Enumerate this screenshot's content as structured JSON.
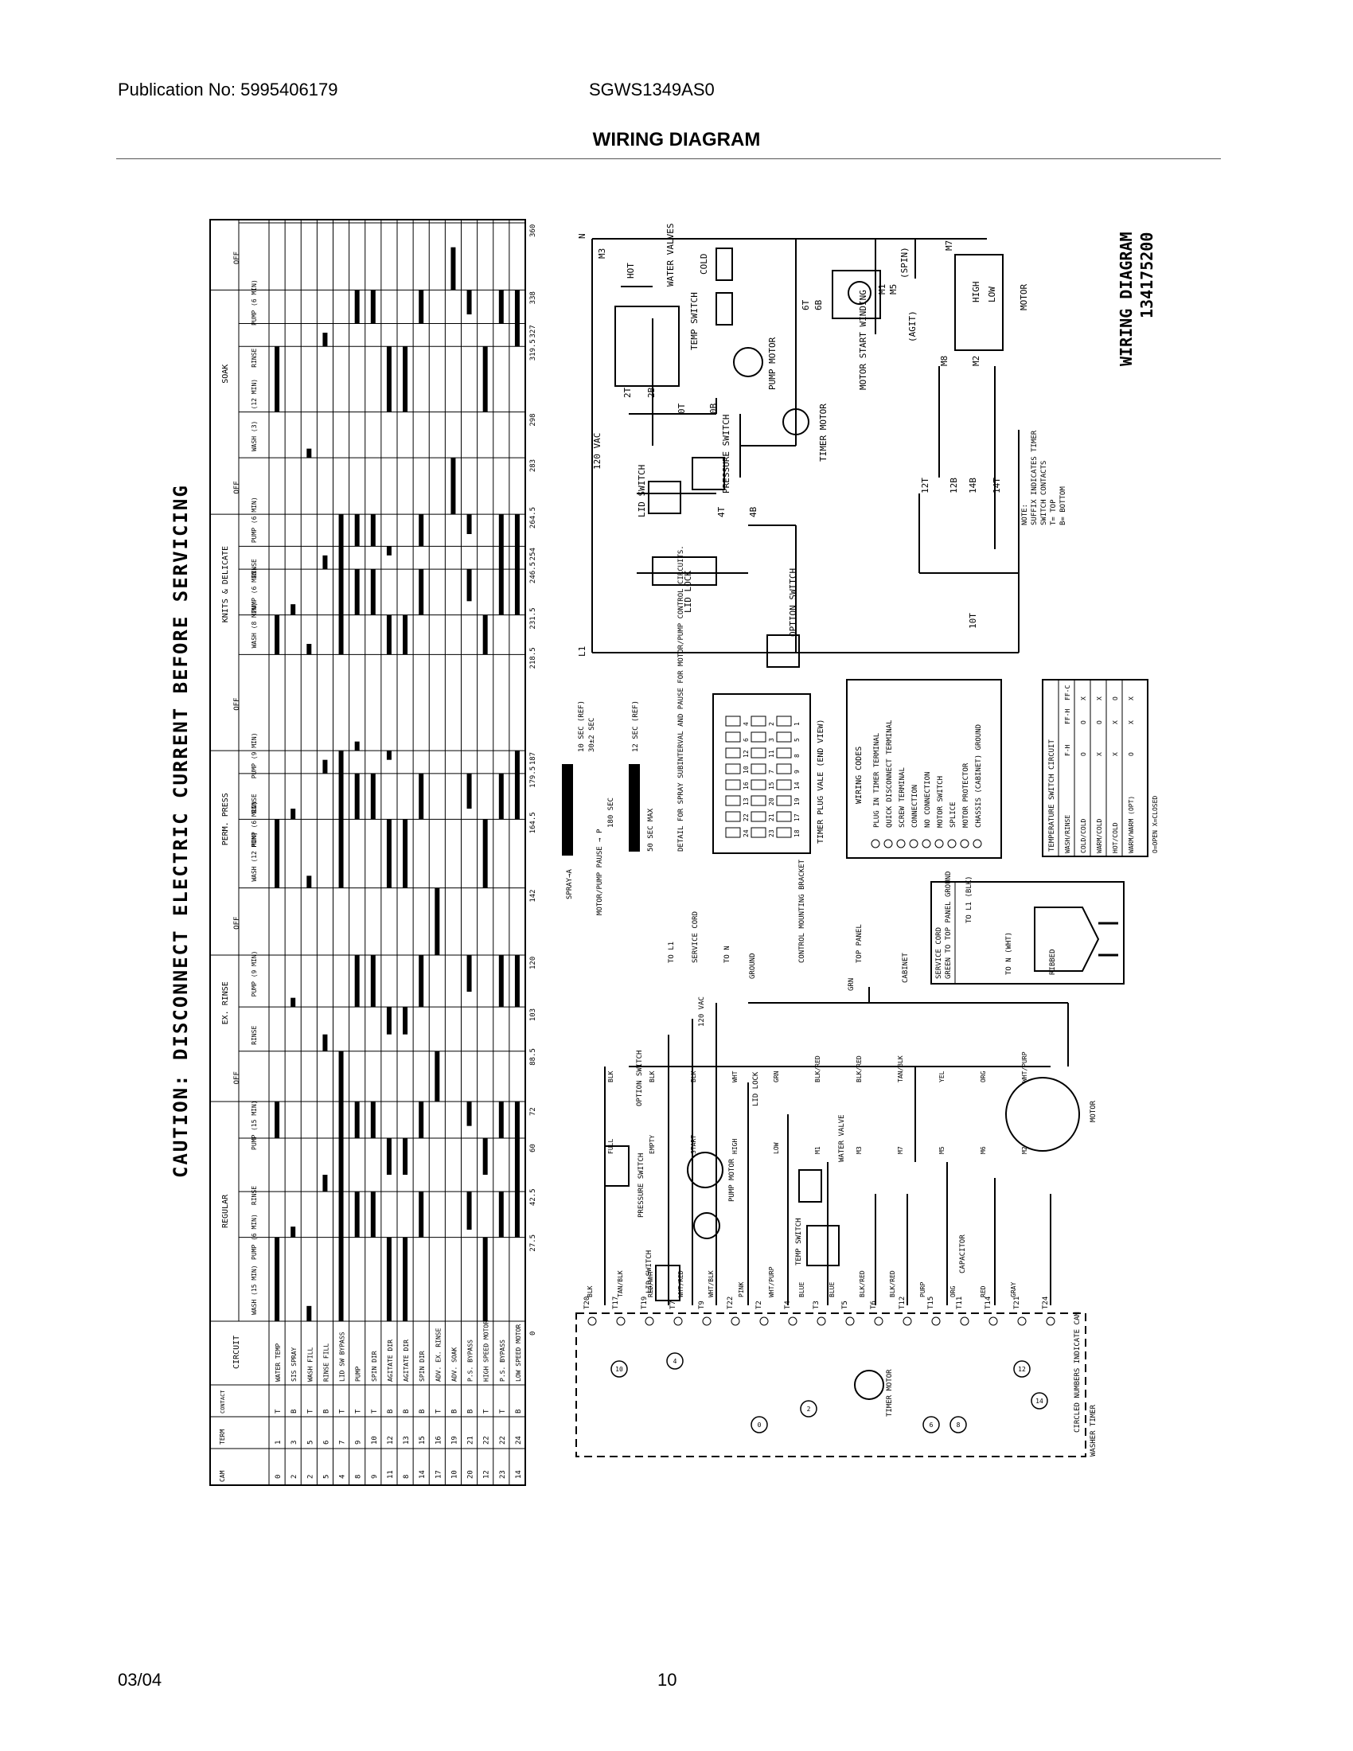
{
  "header": {
    "publication": "Publication No: 5995406179",
    "model": "SGWS1349AS0",
    "title": "WIRING DIAGRAM"
  },
  "footer": {
    "date": "03/04",
    "page": "10"
  },
  "caution": "CAUTION: DISCONNECT ELECTRIC CURRENT BEFORE SERVICING",
  "diagram_id": {
    "title": "WIRING DIAGRAM",
    "number": "134175200"
  },
  "timer_chart": {
    "circuit_header": "CIRCUIT",
    "cam_header": "CAM",
    "term_header": "TERM",
    "contact_header": "CONTACT",
    "circuits": [
      {
        "cam": "0",
        "term": "1",
        "contact": "T",
        "name": "WATER TEMP"
      },
      {
        "cam": "2",
        "term": "3",
        "contact": "B",
        "name": "SIS SPRAY"
      },
      {
        "cam": "2",
        "term": "5",
        "contact": "T",
        "name": "WASH FILL"
      },
      {
        "cam": "5",
        "term": "6",
        "contact": "B",
        "name": "RINSE FILL"
      },
      {
        "cam": "4",
        "term": "7",
        "contact": "T",
        "name": "LID SW BYPASS"
      },
      {
        "cam": "8",
        "term": "9",
        "contact": "T",
        "name": "PUMP"
      },
      {
        "cam": "9",
        "term": "10",
        "contact": "T",
        "name": "SPIN DIR"
      },
      {
        "cam": "11",
        "term": "12",
        "contact": "B",
        "name": "AGITATE DIR"
      },
      {
        "cam": "8",
        "term": "13",
        "contact": "B",
        "name": "AGITATE DIR"
      },
      {
        "cam": "14",
        "term": "15",
        "contact": "B",
        "name": "SPIN DIR"
      },
      {
        "cam": "17",
        "term": "16",
        "contact": "T",
        "name": "ADV. EX. RINSE"
      },
      {
        "cam": "10",
        "term": "19",
        "contact": "B",
        "name": "ADV. SOAK"
      },
      {
        "cam": "20",
        "term": "21",
        "contact": "B",
        "name": "P.S. BYPASS"
      },
      {
        "cam": "12",
        "term": "22",
        "contact": "T",
        "name": "HIGH SPEED MOTOR"
      },
      {
        "cam": "23",
        "term": "22",
        "contact": "T",
        "name": "P.S. BYPASS"
      },
      {
        "cam": "14",
        "term": "24",
        "contact": "B",
        "name": "LOW SPEED MOTOR"
      }
    ],
    "degrees": [
      "0",
      "27.5",
      "42.5",
      "60",
      "72",
      "88.5",
      "103",
      "120",
      "142",
      "164.5",
      "179.5",
      "187",
      "218.5",
      "231.5",
      "246.5",
      "254",
      "264.5",
      "283",
      "298",
      "319.5",
      "327",
      "338",
      "360"
    ],
    "cycles": [
      {
        "name": "REGULAR",
        "steps": [
          "WASH (15 MIN)",
          "PUMP (6 MIN)",
          "RINSE",
          "PUMP (15 MIN)"
        ]
      },
      {
        "name": "EX. RINSE",
        "steps": [
          "RINSE",
          "PUMP (9 MIN)"
        ]
      },
      {
        "name": "PERM. PRESS",
        "steps": [
          "WASH (12 MIN)",
          "PUMP (6 MIN)",
          "RINSE",
          "PUMP (9 MIN)"
        ]
      },
      {
        "name": "KNITS & DELICATE",
        "steps": [
          "WASH (8 MIN)",
          "PUMP (6 MIN)",
          "RINSE",
          "PUMP (6 MIN)"
        ]
      },
      {
        "name": "SOAK",
        "steps": [
          "WASH (3)",
          "(12 MIN)",
          "RINSE",
          "PUMP (6 MIN)"
        ]
      }
    ],
    "off_label": "OFF"
  },
  "schematic": {
    "voltage": "120 VAC",
    "l1": "L1",
    "n": "N",
    "components": [
      "LID SWITCH",
      "LID LOCK",
      "OPTION SWITCH",
      "PRESSURE SWITCH",
      "TEMP SWITCH",
      "WATER VALVES",
      "PUMP MOTOR",
      "TIMER MOTOR",
      "MOTOR START WINDING",
      "MOTOR",
      "HOT",
      "COLD",
      "HIGH",
      "LOW",
      "(SPIN)",
      "(AGIT)"
    ],
    "contacts": [
      "M3",
      "6T",
      "6B",
      "M5",
      "M8",
      "M2",
      "M7",
      "M1",
      "12T",
      "12B",
      "14B",
      "14T",
      "10T",
      "2T",
      "2B",
      "0T",
      "0B",
      "4T",
      "4B"
    ],
    "note": [
      "NOTE:",
      "SUFFIX INDICATES TIMER",
      "SWITCH CONTACTS",
      "T= TOP",
      "B= BOTTOM"
    ]
  },
  "spray_detail": {
    "labels": [
      "10 SEC (REF)",
      "30±2 SEC",
      "12 SEC (REF)",
      "180 SEC",
      "SPRAY→A",
      "MOTOR/PUMP PAUSE → P",
      "50 SEC MAX"
    ],
    "caption": "DETAIL FOR SPRAY SUBINTERVAL AND PAUSE FOR MOTOR/PUMP CONTROL CIRCUITS."
  },
  "timer_plug": {
    "caption": "TIMER PLUG VALE (END VIEW)",
    "pins": [
      "4",
      "2",
      "1",
      "6",
      "3",
      "5",
      "12",
      "11",
      "8",
      "10",
      "7",
      "9",
      "16",
      "15",
      "14",
      "13",
      "20",
      "19",
      "22",
      "21",
      "17",
      "24",
      "23",
      "18"
    ]
  },
  "wiring_codes": {
    "title": "WIRING CODES",
    "items": [
      "PLUG IN TIMER TERMINAL",
      "QUICK DISCONNECT TERMINAL",
      "SCREW TERMINAL",
      "CONNECTION",
      "NO CONNECTION",
      "MOTOR SWITCH",
      "SPLICE",
      "MOTOR PROTECTOR",
      "CHASSIS (CABINET) GROUND"
    ]
  },
  "temp_table": {
    "title": "TEMPERATURE SWITCH CIRCUIT",
    "headers": [
      "WASH/RINSE",
      "F-H",
      "FF-H",
      "FF-C"
    ],
    "rows": [
      [
        "COLD/COLD",
        "O",
        "O",
        "X"
      ],
      [
        "WARM/COLD",
        "X",
        "O",
        "X"
      ],
      [
        "HOT/COLD",
        "X",
        "X",
        "O"
      ],
      [
        "WARM/WARM (OPT)",
        "O",
        "X",
        "X"
      ]
    ],
    "legend": "O=OPEN   X=CLOSED"
  },
  "service_cord": {
    "title": "SERVICE CORD",
    "subtitle": "GREEN TO TOP PANEL GROUND",
    "labels": [
      "TO L1 (BLK)",
      "TO N (WHT)",
      "RIBBED"
    ]
  },
  "ground_labels": [
    "SERVICE CORD",
    "TO L1",
    "TO N",
    "GROUND",
    "120 VAC",
    "CONTROL MOUNTING BRACKET",
    "TOP PANEL",
    "CABINET",
    "GRN"
  ],
  "ladder": {
    "terminals": [
      "T20",
      "T17",
      "T19",
      "T7",
      "T9",
      "T22",
      "T2",
      "T4",
      "T3",
      "T5",
      "T6",
      "T12",
      "T15",
      "T11",
      "T14",
      "T21",
      "T24"
    ],
    "wires": [
      "BLK",
      "TAN/BLK",
      "RED/WHT",
      "WHT/RED",
      "WHT/BLK",
      "PINK",
      "WHT/PURP",
      "BLUE",
      "BLUE",
      "BLK/RED",
      "BLK/RED",
      "PURP",
      "ORG",
      "RED",
      "GRAY"
    ],
    "components": [
      "OPTION SWITCH",
      "LID LOCK",
      "PRESSURE SWITCH",
      "PUMP MOTOR",
      "WATER VALVE",
      "LID SWITCH",
      "TEMP SWITCH",
      "CAPACITOR",
      "MOTOR",
      "TIMER MOTOR",
      "WASHER TIMER",
      "CIRCLED NUMBERS INDICATE CAM"
    ],
    "cams": [
      "10",
      "4",
      "0",
      "2",
      "6",
      "8",
      "12",
      "14"
    ],
    "wire_tags": [
      "BLK",
      "BLK",
      "BLK",
      "WHT",
      "GRN",
      "BLK/RED",
      "BLK/RED",
      "TAN/BLK",
      "YEL",
      "ORG",
      "WHT/PURP",
      "FULL",
      "EMPTY",
      "START",
      "HIGH",
      "LOW",
      "M1",
      "M3",
      "M7",
      "M5",
      "M6",
      "M2"
    ]
  }
}
